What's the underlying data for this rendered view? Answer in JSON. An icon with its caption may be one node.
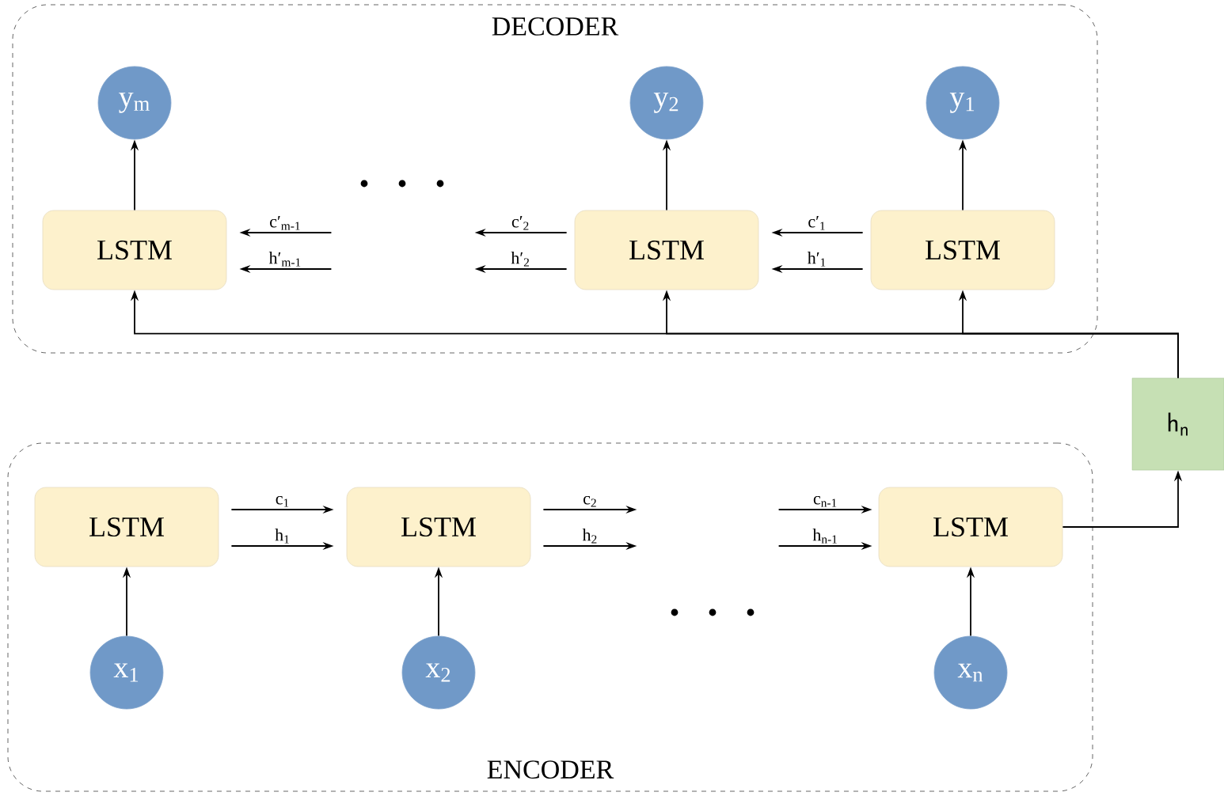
{
  "diagram": {
    "nodes": [
      {
        "text": [
          "DECODER"
        ]
      },
      {
        "text": [
          "y$_{m}$"
        ],
        "in": 0
      },
      {
        "text": [
          "y$_{2}$"
        ],
        "in": 0
      },
      {
        "text": [
          "y$_{1}$"
        ],
        "in": 0
      },
      {
        "text": [
          "LSTM"
        ],
        "in": 0
      },
      {
        "text": [
          "LSTM"
        ],
        "in": 0
      },
      {
        "text": [
          "LSTM"
        ],
        "in": 0
      },
      {
        "text": [
          "h$_{n}$"
        ]
      },
      {
        "text": [
          "ENCODER"
        ]
      },
      {
        "text": [
          "LSTM"
        ],
        "in": 8
      },
      {
        "text": [
          "LSTM"
        ],
        "in": 8
      },
      {
        "text": [
          "LSTM"
        ],
        "in": 8
      },
      {
        "text": [
          "x$_{1}$"
        ],
        "in": 8
      },
      {
        "text": [
          "x$_{2}$"
        ],
        "in": 8
      },
      {
        "text": [
          "x$_{n}$"
        ],
        "in": 8
      }
    ],
    "edges": [
      {
        "from": 4,
        "to": 1,
        "arrow": "to"
      },
      {
        "from": 5,
        "to": 2,
        "arrow": "to"
      },
      {
        "from": 6,
        "to": 3,
        "arrow": "to"
      },
      {
        "from": 6,
        "to": 5,
        "arrow": "to",
        "label": "c′$_{1}$"
      },
      {
        "from": 6,
        "to": 5,
        "arrow": "to",
        "label": "h′$_{1}$"
      },
      {
        "from": 5,
        "to": null,
        "arrow": "to",
        "label": "c′$_{2}$"
      },
      {
        "from": 5,
        "to": null,
        "arrow": "to",
        "label": "h′$_{2}$"
      },
      {
        "from": null,
        "to": 4,
        "arrow": "to",
        "label": "c′$_{m-1}$"
      },
      {
        "from": null,
        "to": 4,
        "arrow": "to",
        "label": "h′$_{m-1}$"
      },
      {
        "from": 7,
        "to": 4,
        "arrow": "to"
      },
      {
        "from": 7,
        "to": 5,
        "arrow": "to"
      },
      {
        "from": 7,
        "to": 6,
        "arrow": "to"
      },
      {
        "from": 12,
        "to": 9,
        "arrow": "to"
      },
      {
        "from": 13,
        "to": 10,
        "arrow": "to"
      },
      {
        "from": 14,
        "to": 11,
        "arrow": "to"
      },
      {
        "from": 9,
        "to": 10,
        "arrow": "to",
        "label": "c$_{1}$"
      },
      {
        "from": 9,
        "to": 10,
        "arrow": "to",
        "label": "h$_{1}$"
      },
      {
        "from": 10,
        "to": null,
        "arrow": "to",
        "label": "c$_{2}$"
      },
      {
        "from": 10,
        "to": null,
        "arrow": "to",
        "label": "h$_{2}$"
      },
      {
        "from": null,
        "to": 11,
        "arrow": "to",
        "label": "c$_{n-1}$"
      },
      {
        "from": null,
        "to": 11,
        "arrow": "to",
        "label": "h$_{n-1}$"
      },
      {
        "from": 11,
        "to": 7,
        "arrow": "to"
      }
    ]
  }
}
